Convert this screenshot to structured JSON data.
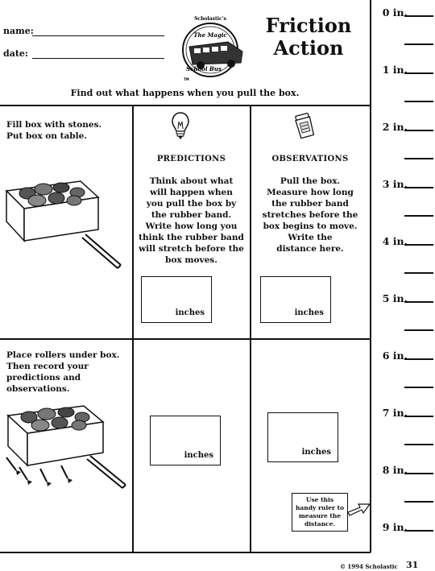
{
  "header": {
    "name_label": "name:",
    "date_label": "date:",
    "logo_text": {
      "brand": "Scholastic's",
      "series": "The Magic School Bus",
      "tm": "TM"
    },
    "title_line1": "Friction",
    "title_line2": "Action"
  },
  "instruction": "Find out what happens when you pull the box.",
  "columns": {
    "predictions_heading": "PREDICTIONS",
    "observations_heading": "OBSERVATIONS",
    "predictions_text": [
      "Think about what",
      "will happen when",
      "you pull the box by",
      "the rubber band.",
      "Write how long you",
      "think the rubber band",
      "will stretch before the",
      "box moves."
    ],
    "observations_text": [
      "Pull the box.",
      "Measure how long",
      "the rubber band",
      "stretches before the",
      "box begins to move.",
      "Write the",
      "distance here."
    ]
  },
  "row1": {
    "text": [
      "Fill box with stones.",
      "Put box on table."
    ],
    "pred_unit": "inches",
    "obs_unit": "inches"
  },
  "row2": {
    "text": [
      "Place rollers under box.",
      "Then record your",
      "predictions and",
      "observations."
    ],
    "pred_unit": "inches",
    "obs_unit": "inches"
  },
  "callout": [
    "Use this",
    "handy ruler to",
    "measure the",
    "distance."
  ],
  "ruler": [
    "0 in.",
    "1 in.",
    "2 in.",
    "3 in.",
    "4 in.",
    "5 in.",
    "6 in.",
    "7 in.",
    "8 in.",
    "9 in."
  ],
  "footer": {
    "copyright": "© 1994 Scholastic",
    "page_number": "31"
  },
  "icons": {
    "prediction": "lightbulb-icon",
    "observation": "jar-icon"
  }
}
